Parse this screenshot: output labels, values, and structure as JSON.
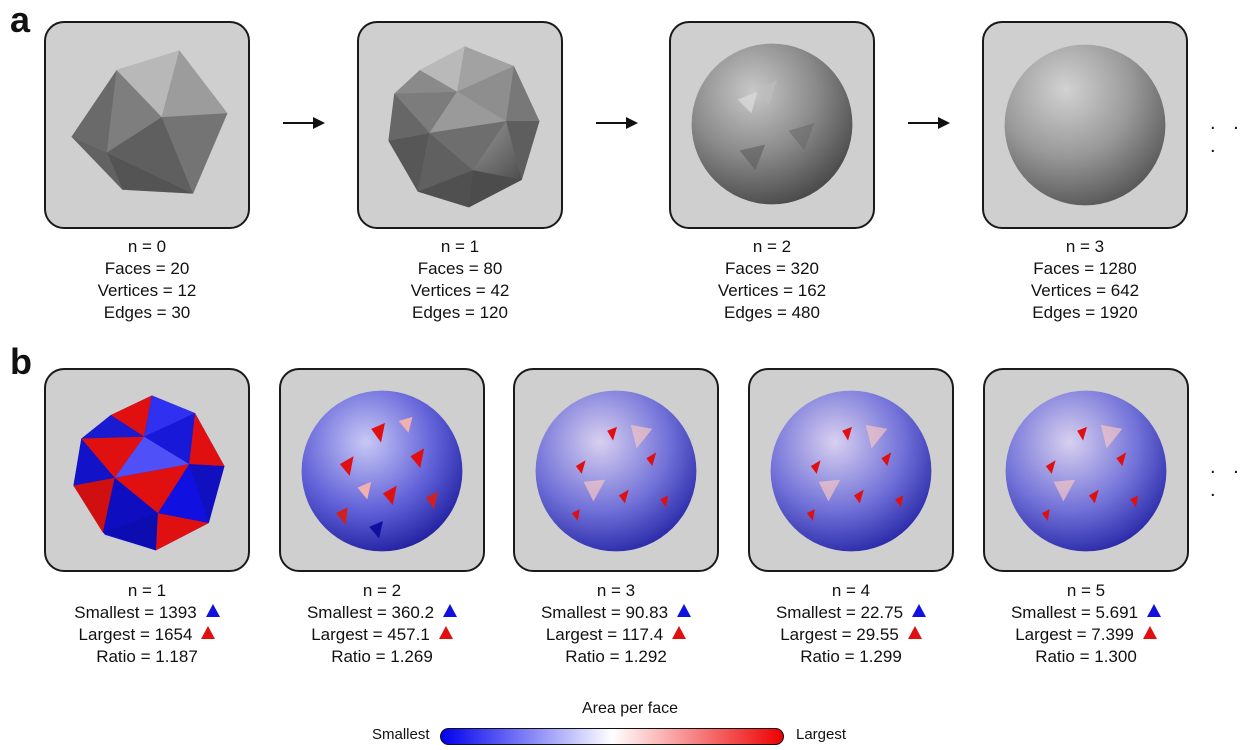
{
  "panel_a": {
    "letter": "a",
    "items": [
      {
        "n": "n = 0",
        "faces": "Faces = 20",
        "vertices": "Vertices = 12",
        "edges": "Edges = 30"
      },
      {
        "n": "n = 1",
        "faces": "Faces = 80",
        "vertices": "Vertices = 42",
        "edges": "Edges = 120"
      },
      {
        "n": "n = 2",
        "faces": "Faces = 320",
        "vertices": "Vertices = 162",
        "edges": "Edges = 480"
      },
      {
        "n": "n = 3",
        "faces": "Faces = 1280",
        "vertices": "Vertices = 642",
        "edges": "Edges = 1920"
      }
    ],
    "ellipsis": ". . ."
  },
  "panel_b": {
    "letter": "b",
    "items": [
      {
        "n": "n = 1",
        "smallest": "Smallest = 1393",
        "largest": "Largest = 1654",
        "ratio": "Ratio = 1.187"
      },
      {
        "n": "n = 2",
        "smallest": "Smallest = 360.2",
        "largest": "Largest = 457.1",
        "ratio": "Ratio = 1.269"
      },
      {
        "n": "n = 3",
        "smallest": "Smallest = 90.83",
        "largest": "Largest = 117.4",
        "ratio": "Ratio = 1.292"
      },
      {
        "n": "n = 4",
        "smallest": "Smallest = 22.75",
        "largest": "Largest = 29.55",
        "ratio": "Ratio = 1.299"
      },
      {
        "n": "n = 5",
        "smallest": "Smallest = 5.691",
        "largest": "Largest = 7.399",
        "ratio": "Ratio = 1.300"
      }
    ],
    "ellipsis": ". . ."
  },
  "colorbar": {
    "title": "Area per face",
    "low_label": "Smallest",
    "high_label": "Largest",
    "low_color": "#0000ee",
    "mid_color": "#ffffff",
    "high_color": "#ee0000"
  }
}
